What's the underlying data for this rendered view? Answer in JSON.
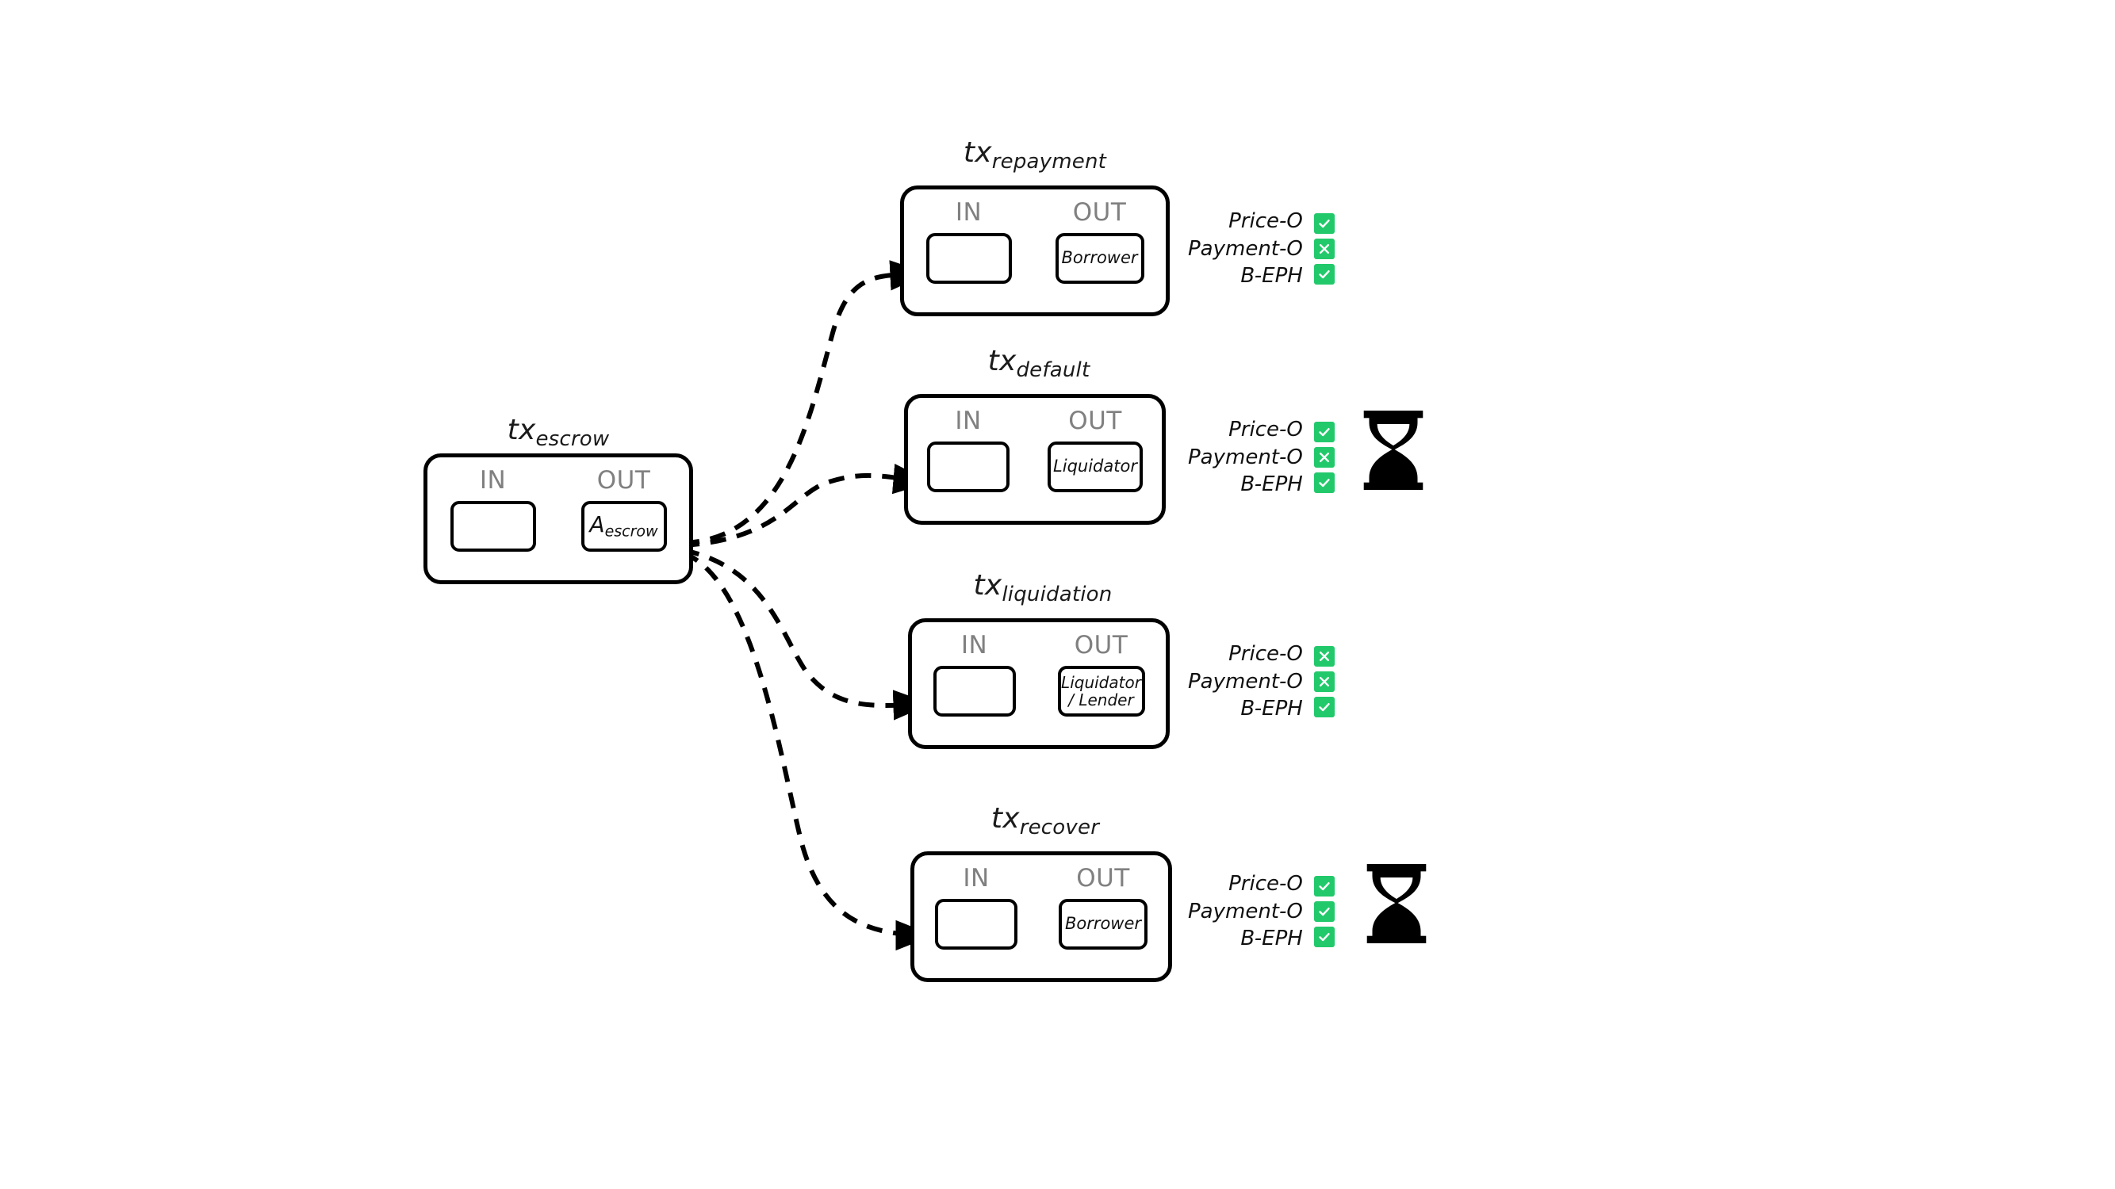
{
  "diagram": {
    "title_prefix": "tx",
    "io_headers": {
      "in": "IN",
      "out": "OUT"
    },
    "annotation_labels": {
      "price": "Price-O",
      "payment": "Payment-O",
      "beph": "B-EPH"
    },
    "colors": {
      "badge_green": "#22c96b",
      "stroke": "#000000",
      "io_header_grey": "#808080"
    },
    "icons": {
      "check": "check-icon",
      "cross": "cross-icon",
      "hourglass": "hourglass-icon",
      "arrow": "arrowhead-icon"
    }
  },
  "source_node": {
    "name": "escrow",
    "title_prefix": "tx",
    "title_sub": "escrow",
    "in_header": "IN",
    "out_header": "OUT",
    "in_slot": "",
    "out_slot_prefix": "A",
    "out_slot_sub": "escrow"
  },
  "tx_nodes": [
    {
      "id": "repayment",
      "title_prefix": "tx",
      "title_sub": "repayment",
      "in_header": "IN",
      "out_header": "OUT",
      "in_slot": "",
      "out_slot_lines": [
        "Borrower"
      ],
      "annotations": [
        {
          "label": "Price-O",
          "state": "check"
        },
        {
          "label": "Payment-O",
          "state": "cross"
        },
        {
          "label": "B-EPH",
          "state": "check"
        }
      ],
      "timelock": false
    },
    {
      "id": "default",
      "title_prefix": "tx",
      "title_sub": "default",
      "in_header": "IN",
      "out_header": "OUT",
      "in_slot": "",
      "out_slot_lines": [
        "Liquidator"
      ],
      "annotations": [
        {
          "label": "Price-O",
          "state": "check"
        },
        {
          "label": "Payment-O",
          "state": "cross"
        },
        {
          "label": "B-EPH",
          "state": "check"
        }
      ],
      "timelock": true
    },
    {
      "id": "liquidation",
      "title_prefix": "tx",
      "title_sub": "liquidation",
      "in_header": "IN",
      "out_header": "OUT",
      "in_slot": "",
      "out_slot_lines": [
        "Liquidator",
        "/ Lender"
      ],
      "annotations": [
        {
          "label": "Price-O",
          "state": "cross"
        },
        {
          "label": "Payment-O",
          "state": "cross"
        },
        {
          "label": "B-EPH",
          "state": "check"
        }
      ],
      "timelock": false
    },
    {
      "id": "recover",
      "title_prefix": "tx",
      "title_sub": "recover",
      "in_header": "IN",
      "out_header": "OUT",
      "in_slot": "",
      "out_slot_lines": [
        "Borrower"
      ],
      "annotations": [
        {
          "label": "Price-O",
          "state": "check"
        },
        {
          "label": "Payment-O",
          "state": "check"
        },
        {
          "label": "B-EPH",
          "state": "check"
        }
      ],
      "timelock": true
    }
  ],
  "edges": [
    {
      "from": "escrow",
      "to": "repayment"
    },
    {
      "from": "escrow",
      "to": "default"
    },
    {
      "from": "escrow",
      "to": "liquidation"
    },
    {
      "from": "escrow",
      "to": "recover"
    }
  ]
}
